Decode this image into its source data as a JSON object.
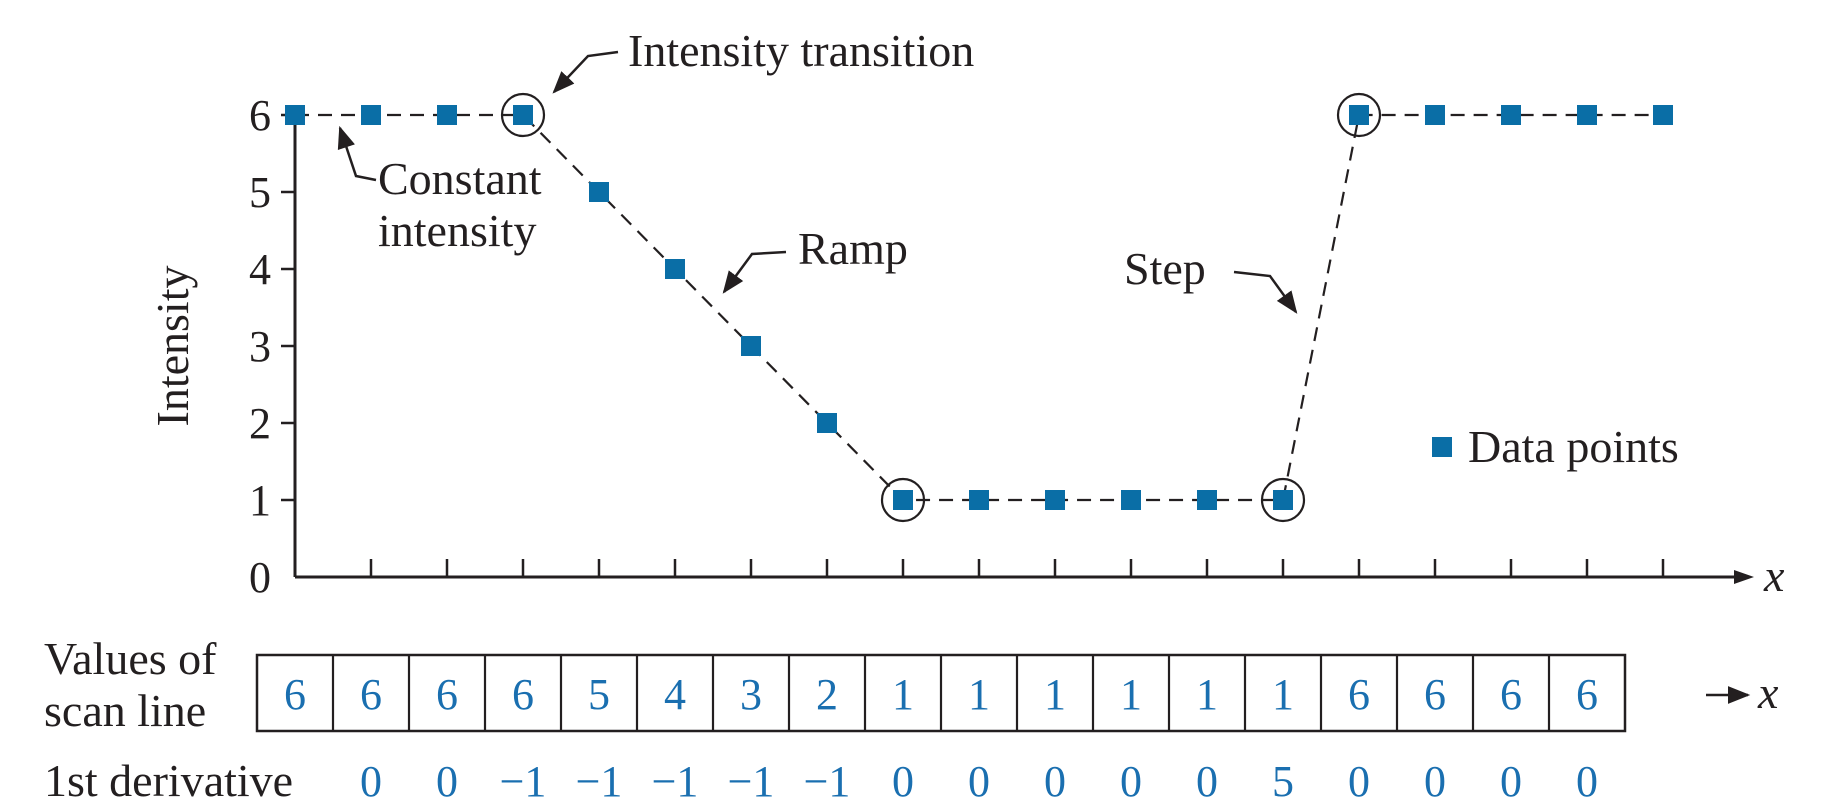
{
  "chart_data": {
    "type": "line",
    "ylabel": "Intensity",
    "xlabel": "x",
    "ylim": [
      0,
      6
    ],
    "yticks": [
      "0",
      "1",
      "2",
      "3",
      "4",
      "5",
      "6"
    ],
    "x": [
      1,
      2,
      3,
      4,
      5,
      6,
      7,
      8,
      9,
      10,
      11,
      12,
      13,
      14,
      15,
      16,
      17,
      18,
      19
    ],
    "series": [
      {
        "name": "Data points",
        "values": [
          6,
          6,
          6,
          6,
          5,
          4,
          3,
          2,
          1,
          1,
          1,
          1,
          1,
          1,
          6,
          6,
          6,
          6,
          6
        ]
      }
    ],
    "legend": {
      "position": "right",
      "label": "Data points"
    },
    "annotations": {
      "intensity_transition": "Intensity transition",
      "constant_intensity_line1": "Constant",
      "constant_intensity_line2": "intensity",
      "ramp": "Ramp",
      "step": "Step"
    },
    "circled_points": [
      4,
      9,
      14,
      15
    ],
    "table": {
      "row_label_line1": "Values of",
      "row_label_line2": "scan line",
      "values": [
        "6",
        "6",
        "6",
        "6",
        "5",
        "4",
        "3",
        "2",
        "1",
        "1",
        "1",
        "1",
        "1",
        "1",
        "6",
        "6",
        "6",
        "6"
      ],
      "arrow_label": "x"
    },
    "derivative": {
      "label": "1st derivative",
      "values": [
        "0",
        "0",
        "−1",
        "−1",
        "−1",
        "−1",
        "−1",
        "0",
        "0",
        "0",
        "0",
        "0",
        "5",
        "0",
        "0",
        "0",
        "0"
      ]
    },
    "colors": {
      "marker": "#0a6ea6",
      "text_blue": "#1a6fb0",
      "line": "#231f20"
    }
  }
}
